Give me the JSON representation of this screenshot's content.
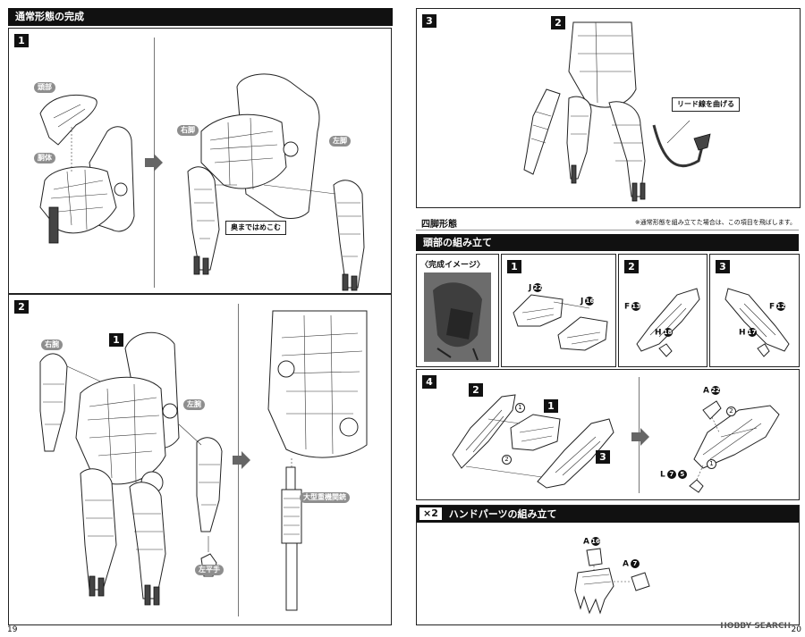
{
  "left_page": {
    "header_title": "通常形態の完成",
    "page_number": "19",
    "step1": {
      "number": "1",
      "labels": {
        "head": "頭部",
        "torso": "胴体",
        "right_leg": "右脚",
        "left_leg": "左脚"
      },
      "callout": "奥まではめこむ"
    },
    "step2": {
      "number": "2",
      "sub_number": "1",
      "labels": {
        "right_arm": "右腕",
        "left_arm": "左腕",
        "left_hand": "左平手",
        "gun": "大型重機関銃"
      }
    }
  },
  "right_page": {
    "page_number": "20",
    "step3": {
      "number": "3",
      "sub_number": "2",
      "callout": "リード線を曲げる"
    },
    "section_title": "四脚形態",
    "section_note": "※通常形態を組み立てた場合は、この項目を飛ばします。",
    "head_bar": "頭部の組み立て",
    "image_label": "〈完成イメージ〉",
    "step1": {
      "number": "1",
      "parts": [
        "J",
        "J"
      ],
      "part_nums": [
        "22",
        "16"
      ]
    },
    "step2": {
      "number": "2",
      "parts": [
        "F",
        "H"
      ],
      "part_nums": [
        "13",
        "18"
      ]
    },
    "step3b": {
      "number": "3",
      "parts": [
        "F",
        "H"
      ],
      "part_nums": [
        "12",
        "17"
      ]
    },
    "step4": {
      "number": "4",
      "sub_refs": [
        "2",
        "1",
        "3"
      ],
      "order": [
        "1",
        "2",
        "2",
        "1"
      ],
      "parts": [
        "A",
        "L"
      ],
      "part_nums": [
        "22",
        "7",
        "5"
      ]
    },
    "hand_bar": {
      "multiplier": "×2",
      "title": "ハンドパーツの組み立て"
    },
    "hand_parts": [
      "A",
      "A"
    ],
    "hand_part_nums": [
      "16",
      "7"
    ],
    "watermark": "HOBBY SEARCH"
  }
}
